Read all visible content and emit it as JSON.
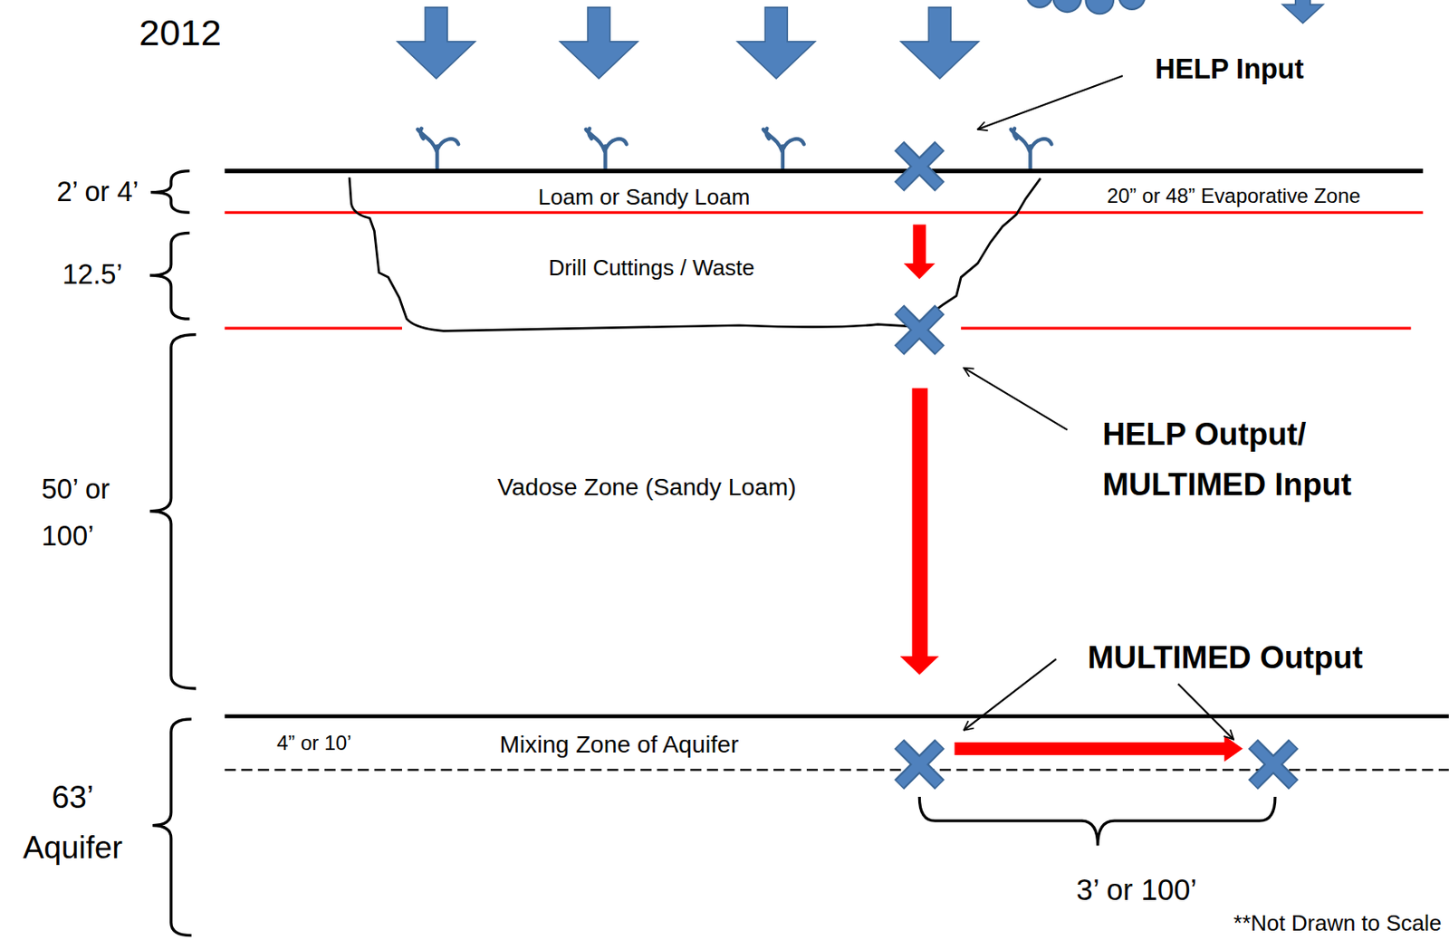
{
  "diagram": {
    "title": "2012",
    "labels": [
      "HELP Input",
      "2’ or 4’",
      "Loam or Sandy Loam",
      "20” or 48” Evaporative Zone",
      "12.5’",
      "Drill Cuttings / Waste",
      "50’ or 100’",
      "Vadose Zone (Sandy Loam)",
      "HELP Output/ MULTIMED Input",
      "MULTIMED Output",
      "4” or 10’",
      "Mixing Zone of Aquifer",
      "63’ Aquifer",
      "3’ or 100’",
      "**Not Drawn to Scale"
    ]
  }
}
